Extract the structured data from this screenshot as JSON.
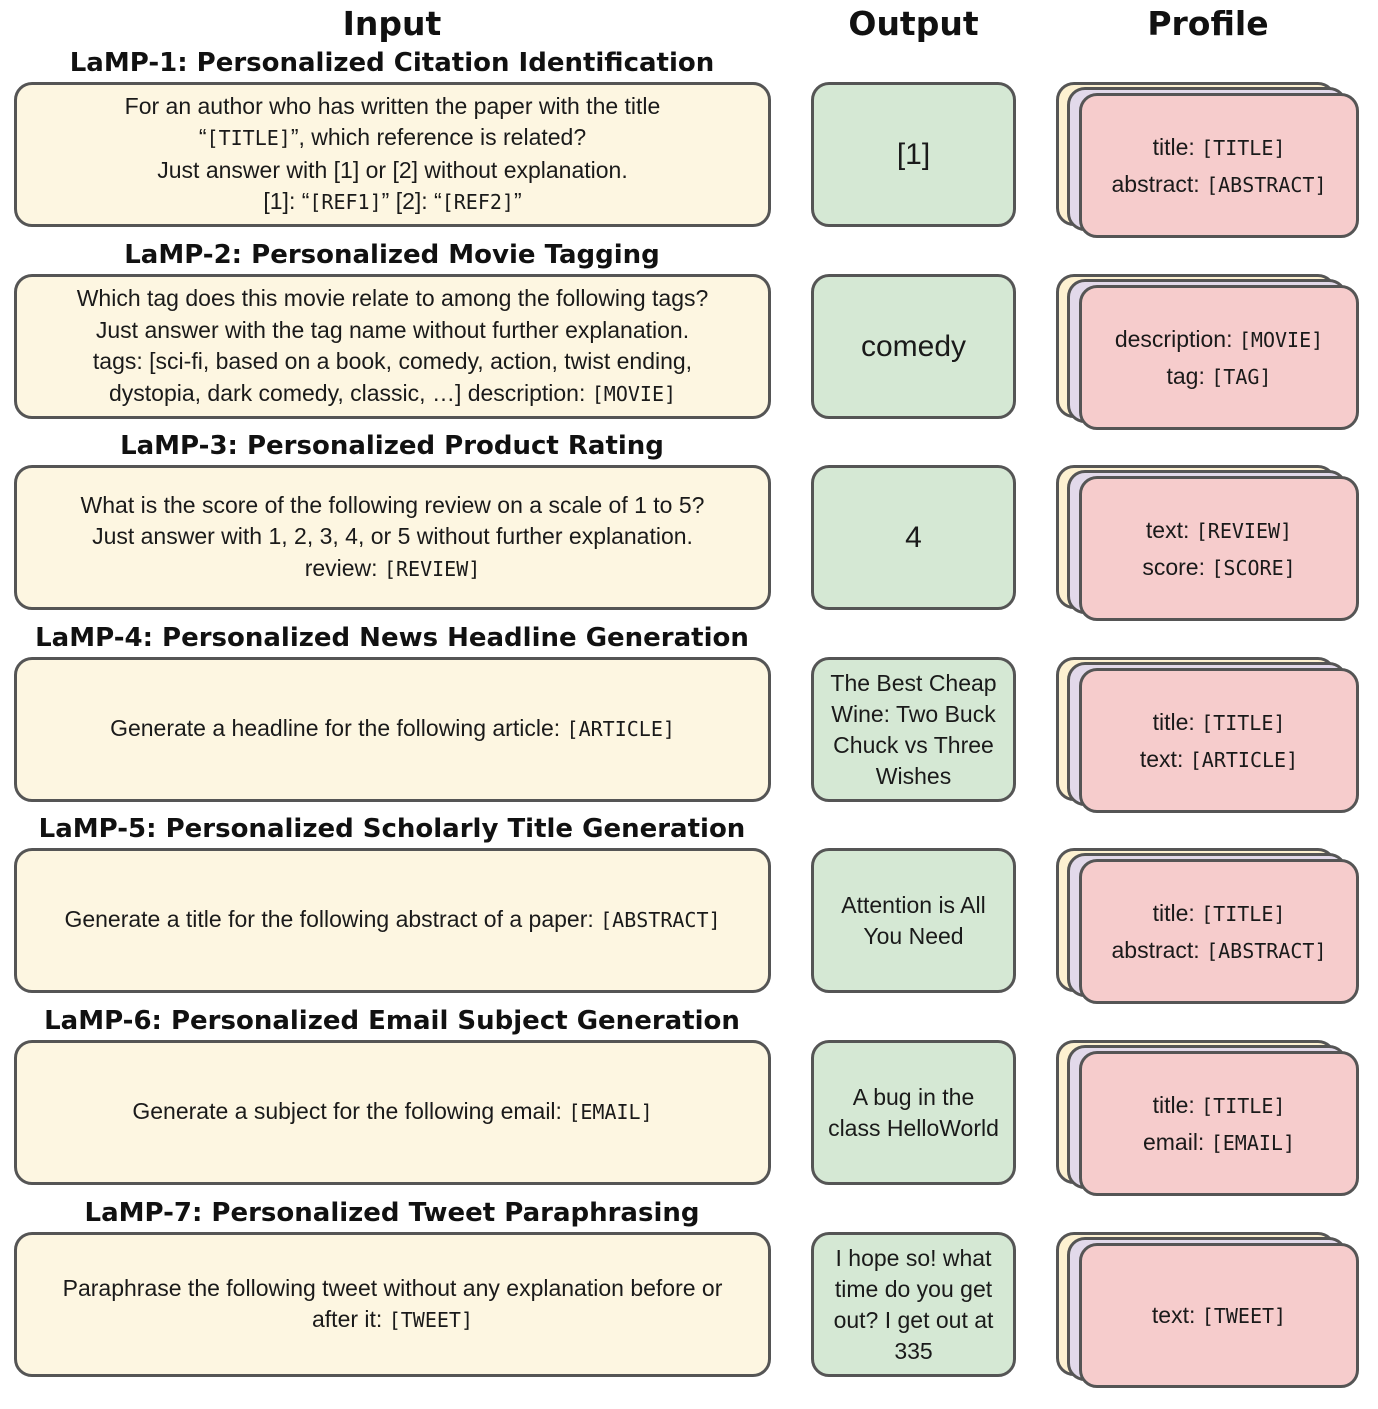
{
  "headers": {
    "input": "Input",
    "output": "Output",
    "profile": "Profile"
  },
  "tasks": [
    {
      "title": "LaMP-1: Personalized Citation Identification",
      "input_lines": [
        [
          {
            "t": "For an author who has written the paper with the title"
          }
        ],
        [
          {
            "t": "“"
          },
          {
            "t": "[TITLE]",
            "m": true
          },
          {
            "t": "”, which reference is related?"
          }
        ],
        [
          {
            "t": "Just answer with [1] or [2] without explanation."
          }
        ],
        [
          {
            "t": "[1]: “"
          },
          {
            "t": "[REF1]",
            "m": true
          },
          {
            "t": "” [2]: “"
          },
          {
            "t": "[REF2]",
            "m": true
          },
          {
            "t": "”"
          }
        ]
      ],
      "output": "[1]",
      "profile_lines": [
        [
          {
            "t": "title: "
          },
          {
            "t": "[TITLE]",
            "m": true
          }
        ],
        [
          {
            "t": "abstract: "
          },
          {
            "t": "[ABSTRACT]",
            "m": true
          }
        ]
      ]
    },
    {
      "title": "LaMP-2: Personalized Movie Tagging",
      "input_lines": [
        [
          {
            "t": "Which tag does this movie relate to among the following tags?"
          }
        ],
        [
          {
            "t": "Just answer with the tag name without further explanation."
          }
        ],
        [
          {
            "t": "tags: [sci-fi, based on a book, comedy, action, twist ending,"
          }
        ],
        [
          {
            "t": "dystopia, dark comedy, classic, …] description: "
          },
          {
            "t": "[MOVIE]",
            "m": true
          }
        ]
      ],
      "output": "comedy",
      "profile_lines": [
        [
          {
            "t": "description: "
          },
          {
            "t": "[MOVIE]",
            "m": true
          }
        ],
        [
          {
            "t": "tag: "
          },
          {
            "t": "[TAG]",
            "m": true
          }
        ]
      ]
    },
    {
      "title": "LaMP-3: Personalized Product Rating",
      "input_lines": [
        [
          {
            "t": "What is the score of the following review on a scale of 1 to 5?"
          }
        ],
        [
          {
            "t": "Just answer with 1, 2, 3, 4, or 5 without further explanation."
          }
        ],
        [
          {
            "t": "review: "
          },
          {
            "t": "[REVIEW]",
            "m": true
          }
        ]
      ],
      "output": "4",
      "profile_lines": [
        [
          {
            "t": "text: "
          },
          {
            "t": "[REVIEW]",
            "m": true
          }
        ],
        [
          {
            "t": "score: "
          },
          {
            "t": "[SCORE]",
            "m": true
          }
        ]
      ]
    },
    {
      "title": "LaMP-4: Personalized News Headline Generation",
      "input_lines": [
        [
          {
            "t": "Generate a headline for the following article: "
          },
          {
            "t": "[ARTICLE]",
            "m": true
          }
        ]
      ],
      "output": "The Best Cheap Wine: Two Buck Chuck vs Three Wishes",
      "profile_lines": [
        [
          {
            "t": "title: "
          },
          {
            "t": "[TITLE]",
            "m": true
          }
        ],
        [
          {
            "t": "text: "
          },
          {
            "t": "[ARTICLE]",
            "m": true
          }
        ]
      ]
    },
    {
      "title": "LaMP-5: Personalized Scholarly Title Generation",
      "input_lines": [
        [
          {
            "t": "Generate a title for the following abstract of a paper: "
          },
          {
            "t": "[ABSTRACT]",
            "m": true
          }
        ]
      ],
      "output": "Attention is All You Need",
      "profile_lines": [
        [
          {
            "t": "title: "
          },
          {
            "t": "[TITLE]",
            "m": true
          }
        ],
        [
          {
            "t": "abstract: "
          },
          {
            "t": "[ABSTRACT]",
            "m": true
          }
        ]
      ]
    },
    {
      "title": "LaMP-6: Personalized Email Subject Generation",
      "input_lines": [
        [
          {
            "t": "Generate a subject for the following email: "
          },
          {
            "t": "[EMAIL]",
            "m": true
          }
        ]
      ],
      "output": "A bug in the class HelloWorld",
      "profile_lines": [
        [
          {
            "t": "title: "
          },
          {
            "t": "[TITLE]",
            "m": true
          }
        ],
        [
          {
            "t": "email: "
          },
          {
            "t": "[EMAIL]",
            "m": true
          }
        ]
      ]
    },
    {
      "title": "LaMP-7: Personalized Tweet Paraphrasing",
      "input_lines": [
        [
          {
            "t": "Paraphrase the following tweet without any explanation before or"
          }
        ],
        [
          {
            "t": "after it: "
          },
          {
            "t": "[TWEET]",
            "m": true
          }
        ]
      ],
      "output": "I hope so! what time do you get out? I get out at 335",
      "profile_lines": [
        [
          {
            "t": "text: "
          },
          {
            "t": "[TWEET]",
            "m": true
          }
        ]
      ]
    }
  ]
}
